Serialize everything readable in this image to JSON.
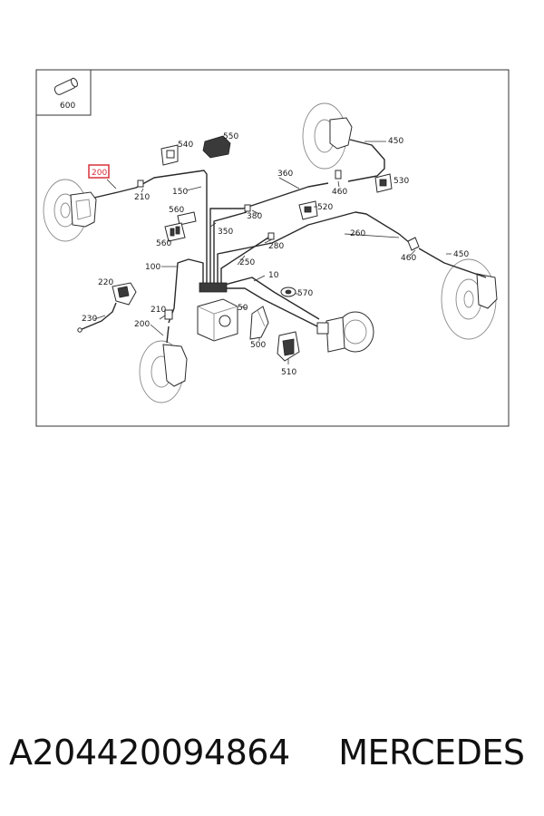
{
  "diagram": {
    "highlight_color": "#d9323a",
    "callouts": {
      "c600": "600",
      "c540": "540",
      "c550": "550",
      "c450_top": "450",
      "c200_highlight": "200",
      "c210_top": "210",
      "c150": "150",
      "c360": "360",
      "c460_top": "460",
      "c530": "530",
      "c560_a": "560",
      "c560_b": "560",
      "c380": "380",
      "c520": "520",
      "c350": "350",
      "c260": "260",
      "c280": "280",
      "c460_right": "460",
      "c450_right": "450",
      "c100": "100",
      "c250": "250",
      "c10": "10",
      "c220": "220",
      "c570": "570",
      "c210_left": "210",
      "c50": "50",
      "c230": "230",
      "c200_bottom": "200",
      "c500": "500",
      "c510": "510"
    }
  },
  "footer": {
    "part_number": "A204420094864",
    "brand": "MERCEDES"
  }
}
